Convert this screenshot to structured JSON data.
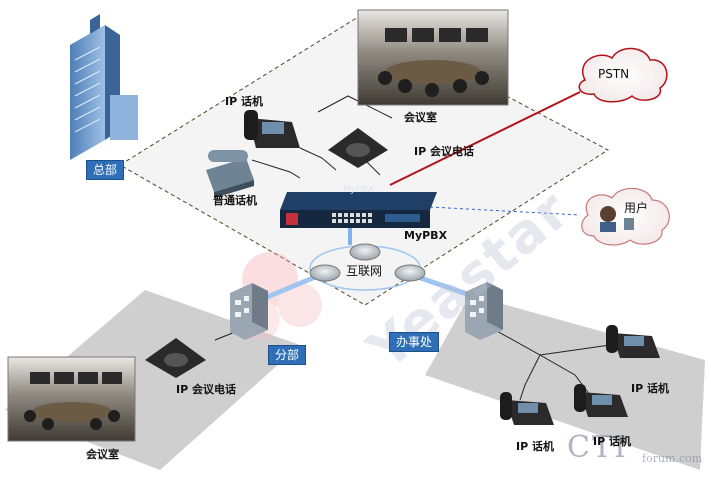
{
  "labels": {
    "hq": "总部",
    "ip_phone_hq": "IP 话机",
    "meeting_room_hq": "会议室",
    "ip_conf_phone_hq": "IP 会议电话",
    "analog_phone": "普通话机",
    "pbx_brand": "MyPBX",
    "pbx_label": "MyPBX",
    "pstn": "PSTN",
    "user": "用户",
    "internet": "互联网",
    "branch": "分部",
    "ip_conf_phone_branch": "IP 会议电话",
    "meeting_room_branch": "会议室",
    "office": "办事处",
    "ip_phone_office_1": "IP 话机",
    "ip_phone_office_2": "IP 话机",
    "ip_phone_office_3": "IP 话机"
  },
  "watermark": {
    "brand": "Yeastar",
    "site": "CTI",
    "site_sub": "forum.com"
  },
  "colors": {
    "badge": "#2f6fb7",
    "pstn_line": "#b3121b",
    "internet_link": "#7fb2ea",
    "dashed_line": "#3a5fcf"
  }
}
